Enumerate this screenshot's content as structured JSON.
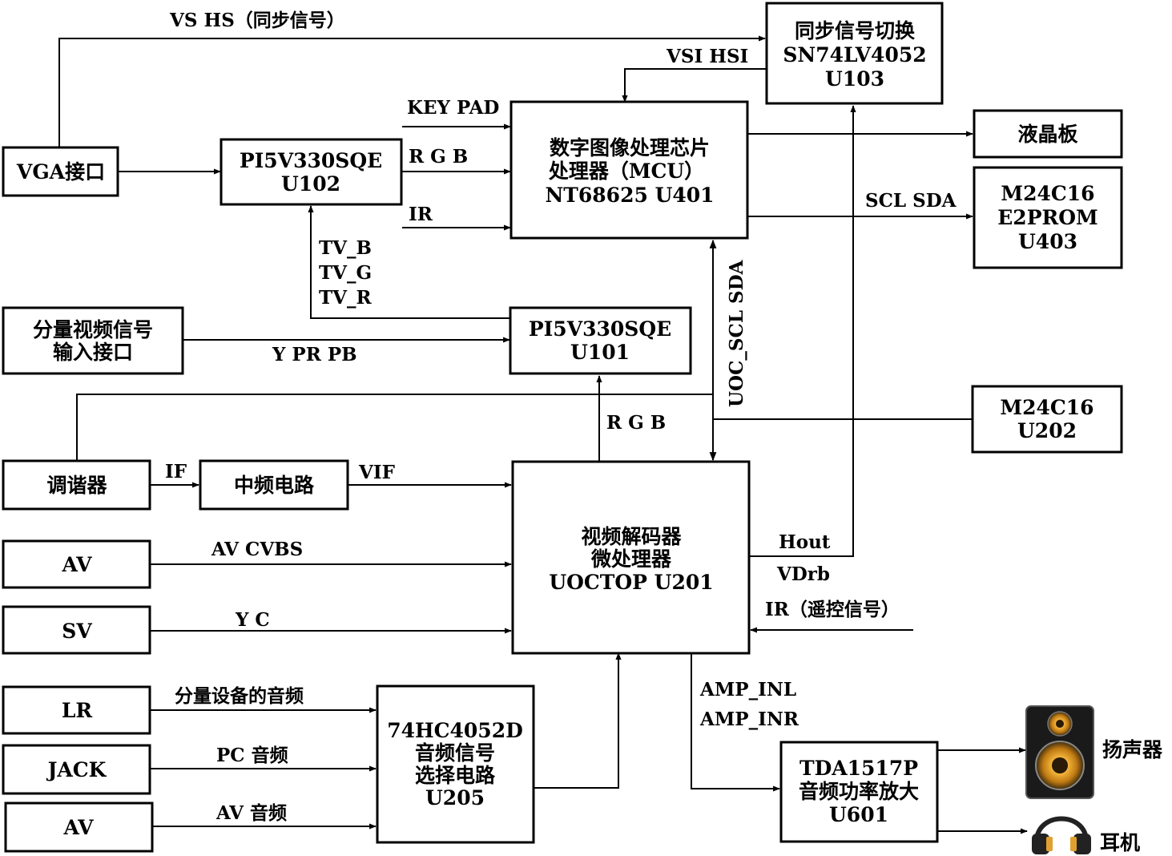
{
  "blocks": {
    "vga": [
      "VGA接口"
    ],
    "u102": [
      "PI5V330SQE",
      "U102"
    ],
    "u401": [
      "数字图像处理芯片",
      "处理器（MCU）",
      "NT68625   U401"
    ],
    "u103": [
      "同步信号切换",
      "SN74LV4052",
      "U103"
    ],
    "lcd": [
      "液晶板"
    ],
    "u403": [
      "M24C16",
      "E2PROM",
      "U403"
    ],
    "component_in": [
      "分量视频信号",
      "输入接口"
    ],
    "u101": [
      "PI5V330SQE",
      "U101"
    ],
    "u202": [
      "M24C16",
      "U202"
    ],
    "tuner": [
      "调谐器"
    ],
    "if_circuit": [
      "中频电路"
    ],
    "u201": [
      "视频解码器",
      "微处理器",
      "UOCTOP  U201"
    ],
    "av1": [
      "AV"
    ],
    "sv": [
      "SV"
    ],
    "lr": [
      "LR"
    ],
    "jack": [
      "JACK"
    ],
    "av2": [
      "AV"
    ],
    "u205": [
      "74HC4052D",
      "音频信号",
      "选择电路",
      "U205"
    ],
    "u601": [
      "TDA1517P",
      "音频功率放大",
      "U601"
    ]
  },
  "signals": {
    "vs_hs": "VS  HS（同步信号）",
    "vsi_hsi": "VSI  HSI",
    "key_pad": "KEY  PAD",
    "rgb_top": "R  G  B",
    "ir_top": "IR",
    "scl_sda": "SCL  SDA",
    "tv_b": "TV_B",
    "tv_g": "TV_G",
    "tv_r": "TV_R",
    "y_pr_pb": "Y  PR  PB",
    "uoc_scl_sda": "UOC_SCL  SDA",
    "rgb_mid": "R  G  B",
    "if": "IF",
    "vif": "VIF",
    "hout": "Hout",
    "vdrb": "VDrb",
    "ir_remote": "IR（遥控信号）",
    "av_cvbs": "AV  CVBS",
    "y_c": "Y    C",
    "component_audio": "分量设备的音频",
    "pc_audio": "PC  音频",
    "av_audio": "AV  音频",
    "amp_inl": "AMP_INL",
    "amp_inr": "AMP_INR"
  },
  "outputs": {
    "speaker": "扬声器",
    "headphone": "耳机"
  },
  "icons": {
    "speaker": "speaker-icon",
    "headphone": "headphone-icon"
  }
}
